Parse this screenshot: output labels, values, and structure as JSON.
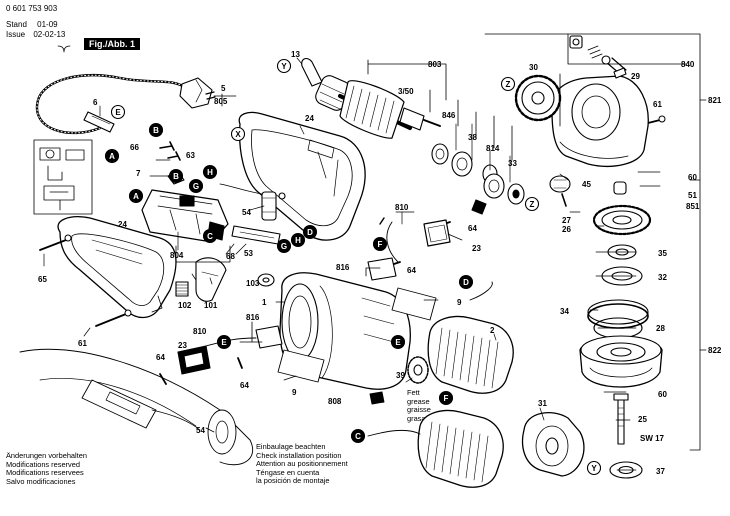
{
  "header": {
    "part_number": "0 601 753 903",
    "stand_label": "Stand",
    "stand_value": "01-09",
    "issue_label": "Issue",
    "issue_value": "02-02-13",
    "figure_label": "Fig./Abb. 1"
  },
  "notes": {
    "changes": [
      "Änderungen vorbehalten",
      "Modifications reserved",
      "Modifications reservees",
      "Salvo modificaciones"
    ],
    "installation": [
      "Einbaulage beachten",
      "Check installation position",
      "Attention au positionnement",
      "Téngase en cuenta",
      "la posición de montaje"
    ],
    "grease": [
      "Fett",
      "grease",
      "graisse",
      "grasa"
    ]
  },
  "part_labels": {
    "p13": "13",
    "p803": "803",
    "p3_50": "3/50",
    "p30": "30",
    "p840": "840",
    "p29": "29",
    "p821": "821",
    "p61": "61",
    "p6": "6",
    "p5": "5",
    "p805": "805",
    "p24a": "24",
    "p846": "846",
    "p38": "38",
    "p814": "814",
    "p33": "33",
    "p66": "66",
    "p63": "63",
    "p7": "7",
    "p60a": "60",
    "p45": "45",
    "p51": "51",
    "p851": "851",
    "p27": "27",
    "p26": "26",
    "p54a": "54",
    "p810a": "810",
    "p64a": "64",
    "p23a": "23",
    "p24b": "24",
    "p804": "804",
    "p68": "68",
    "p53": "53",
    "p35": "35",
    "p32": "32",
    "p65": "65",
    "p816a": "816",
    "p64b": "64",
    "p103": "103",
    "p1": "1",
    "p9a": "9",
    "p102": "102",
    "p101": "101",
    "p34": "34",
    "p28": "28",
    "p2": "2",
    "p61b": "61",
    "p810b": "810",
    "p816b": "816",
    "p23b": "23",
    "p822": "822",
    "p64c": "64",
    "p64d": "64",
    "p9b": "9",
    "p39": "39",
    "p60b": "60",
    "p808": "808",
    "p31": "31",
    "p25": "25",
    "sw17": "SW 17",
    "p54b": "54",
    "p37": "37"
  },
  "connection_markers": [
    "A",
    "B",
    "C",
    "D",
    "E",
    "F",
    "G",
    "H",
    "X",
    "Y",
    "Z"
  ]
}
